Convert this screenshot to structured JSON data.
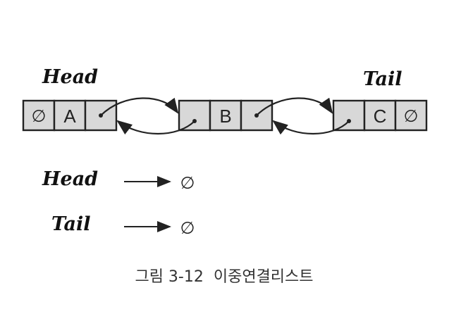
{
  "diagram": {
    "head_label": "Head",
    "tail_label": "Tail",
    "null_symbol": "∅",
    "nodes": [
      {
        "prev": "∅",
        "value": "A",
        "next": ""
      },
      {
        "prev": "",
        "value": "B",
        "next": ""
      },
      {
        "prev": "",
        "value": "C",
        "next": "∅"
      }
    ],
    "empty_state": {
      "head_label": "Head",
      "tail_label": "Tail",
      "head_target": "∅",
      "tail_target": "∅"
    },
    "caption": "그림 3-12  이중연결리스트"
  }
}
